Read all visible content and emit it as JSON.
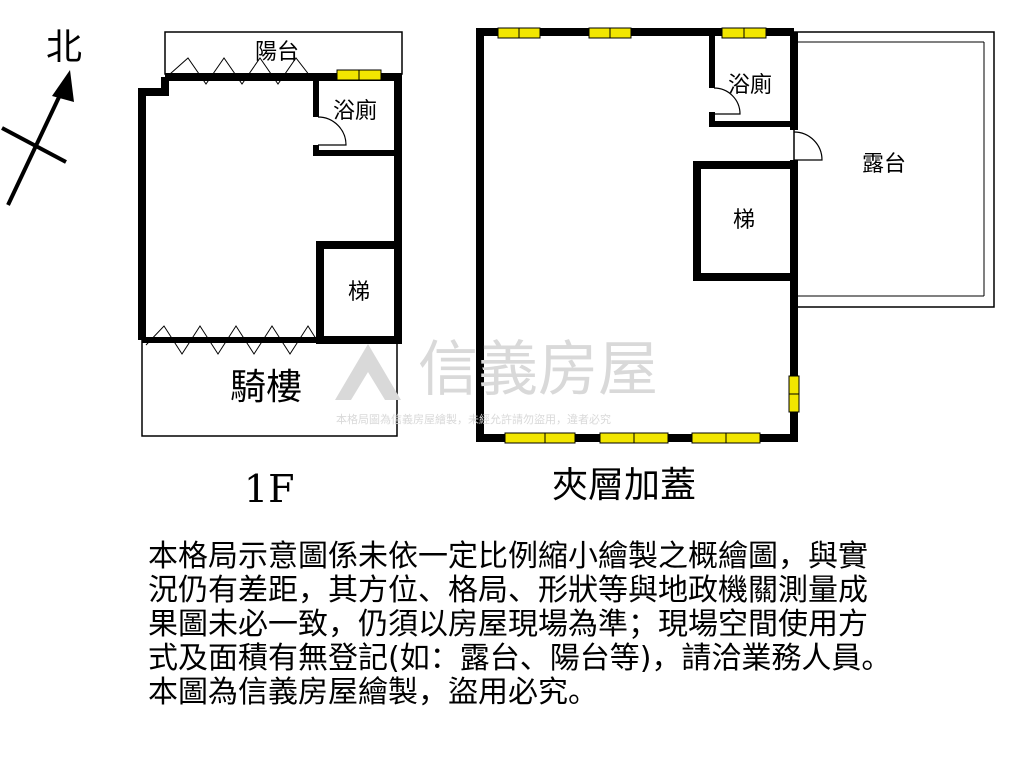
{
  "compass": {
    "north_label": "北"
  },
  "floor_1f": {
    "caption": "1F",
    "rooms": {
      "balcony": "陽台",
      "bathroom": "浴廁",
      "stairs": "梯",
      "arcade": "騎樓"
    }
  },
  "mezzanine": {
    "caption": "夾層加蓋",
    "rooms": {
      "bathroom": "浴廁",
      "stairs": "梯",
      "terrace": "露台"
    }
  },
  "watermark": {
    "brand": "信義房屋",
    "notice": "本格局圖為信義房屋繪製，未經允許請勿盜用，違者必究"
  },
  "disclaimer_lines": [
    "本格局示意圖係未依一定比例縮小繪製之概繪圖，與實",
    "況仍有差距，其方位、格局、形狀等與地政機關測量成",
    "果圖未必一致，仍須以房屋現場為準；現場空間使用方",
    "式及面積有無登記(如：露台、陽台等)，請洽業務人員。",
    "本圖為信義房屋繪製，盜用必究。"
  ],
  "colors": {
    "wall": "#000000",
    "window": "#f2e600",
    "watermark": "#d9d9d9"
  }
}
